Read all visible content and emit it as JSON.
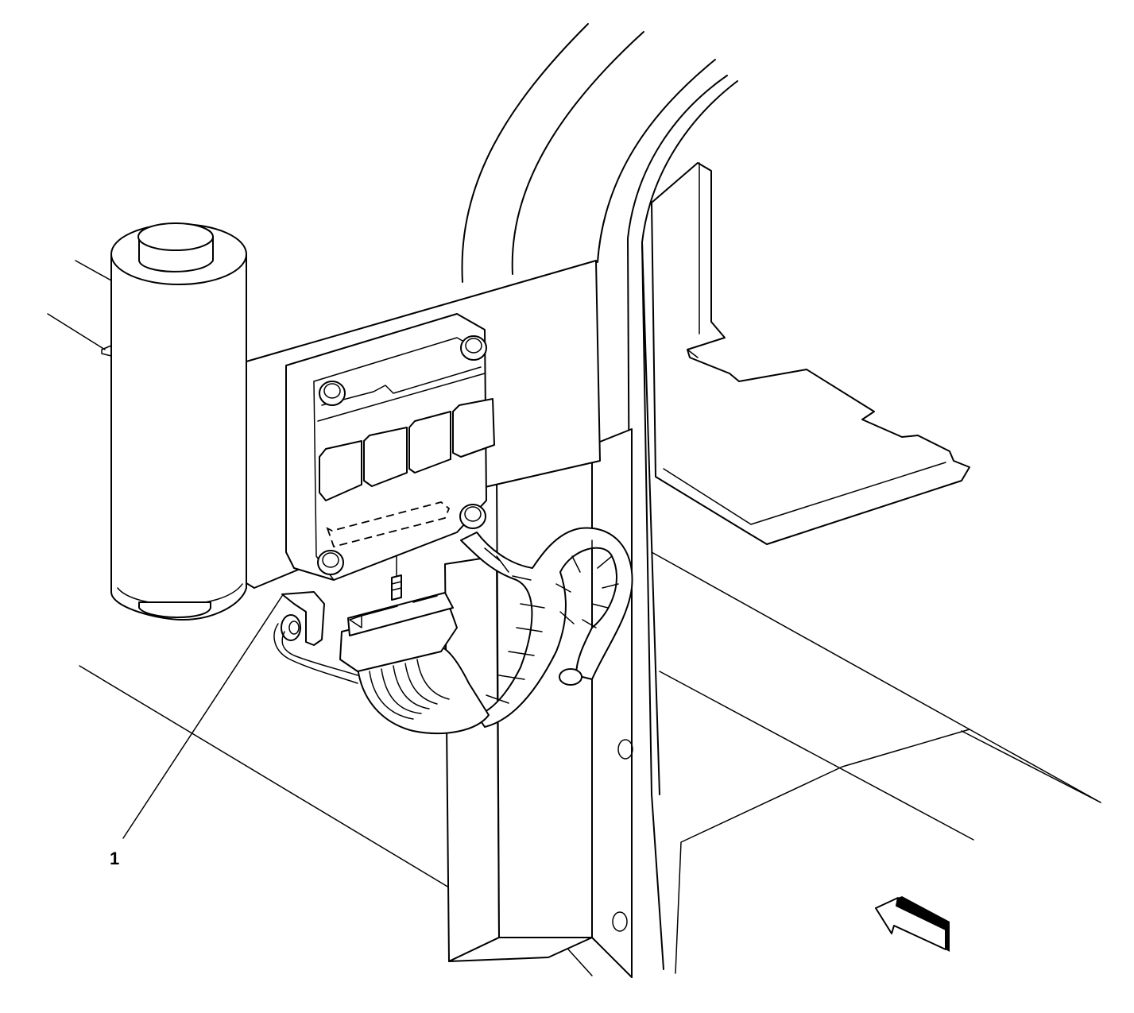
{
  "diagram": {
    "callouts": [
      {
        "id": "1",
        "label": "1",
        "part": "harness-clip"
      }
    ],
    "view_arrow": {
      "icon": "view-direction-arrow-icon",
      "direction": "up-left"
    },
    "colors": {
      "line": "#000000",
      "background": "#ffffff"
    }
  }
}
